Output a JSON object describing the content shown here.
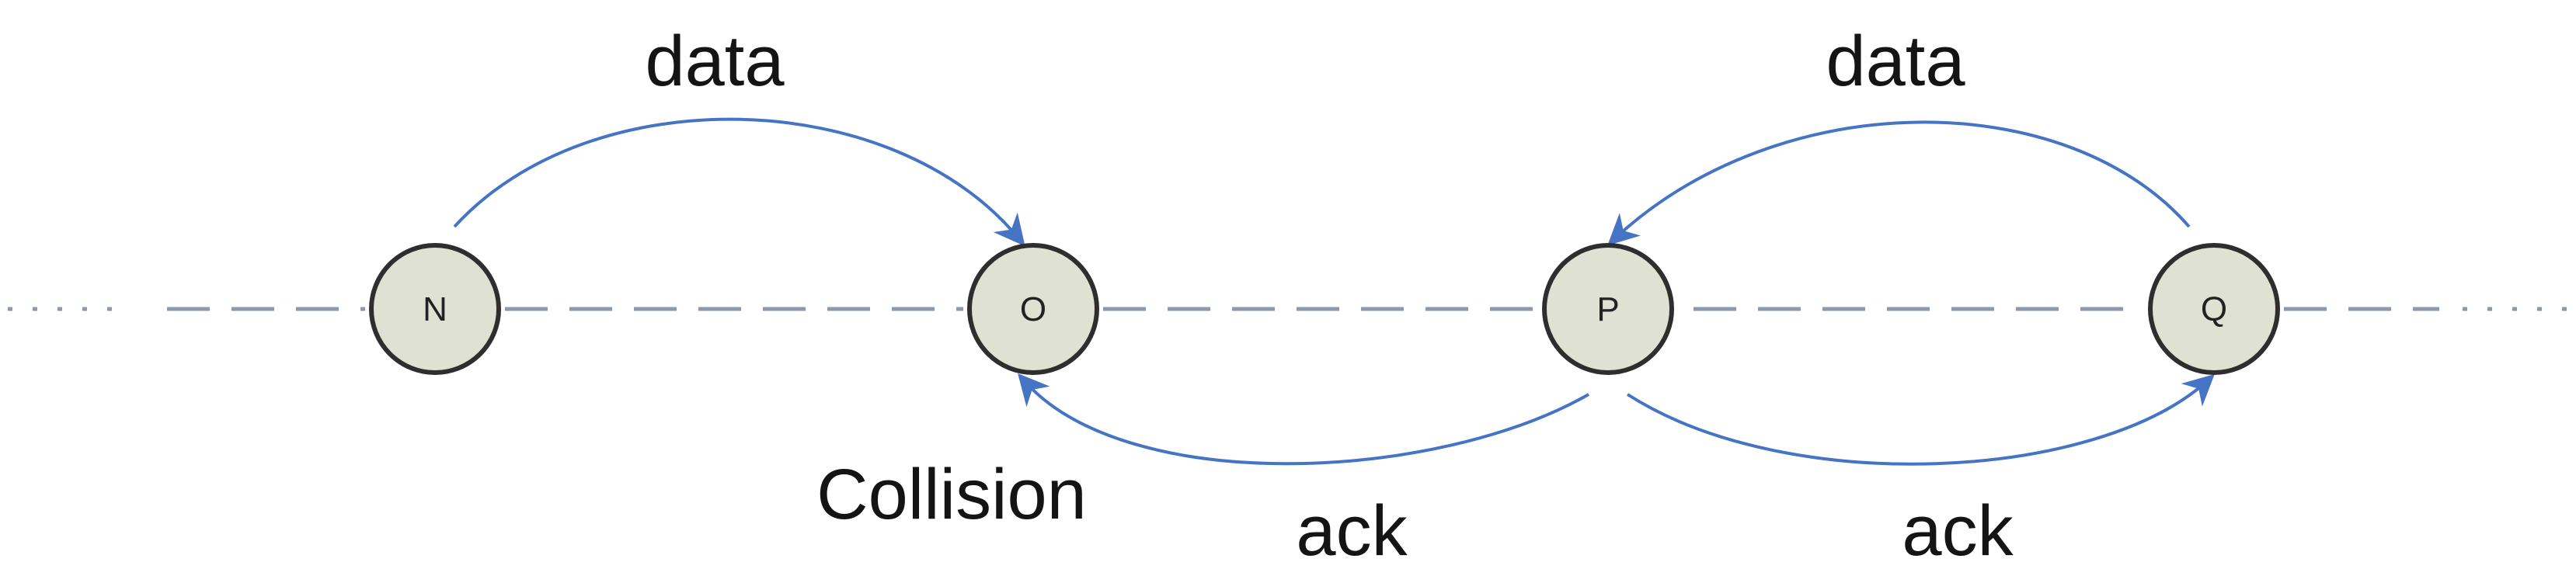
{
  "colors": {
    "link": "#8c99ac",
    "arrow": "#4674c4",
    "node_fill": "#dfe1d3",
    "node_stroke": "#2e2e2e",
    "text": "#141414"
  },
  "nodes": [
    {
      "id": "N",
      "label": "N"
    },
    {
      "id": "O",
      "label": "O"
    },
    {
      "id": "P",
      "label": "P"
    },
    {
      "id": "Q",
      "label": "Q"
    }
  ],
  "arrows": [
    {
      "from": "N",
      "to": "O",
      "label": "data"
    },
    {
      "from": "Q",
      "to": "P",
      "label": "data"
    },
    {
      "from": "P",
      "to": "O",
      "label": "ack"
    },
    {
      "from": "P",
      "to": "Q",
      "label": "ack"
    }
  ],
  "annotations": {
    "collision": "Collision"
  },
  "labels": {
    "data_left": "data",
    "data_right": "data",
    "ack_left": "ack",
    "ack_right": "ack"
  }
}
